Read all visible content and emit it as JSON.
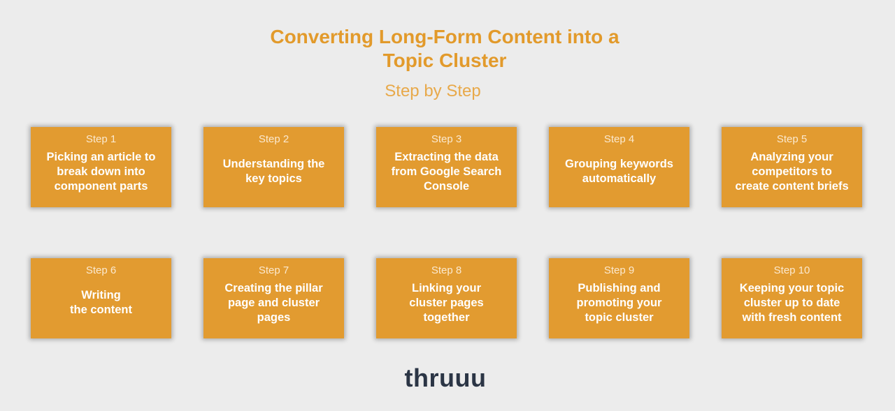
{
  "header": {
    "title_line1": "Converting Long-Form Content into a",
    "title_line2": "Topic Cluster",
    "subtitle": "Step by Step"
  },
  "steps": [
    {
      "label": "Step 1",
      "text": "Picking an article to\nbreak down into\ncomponent parts"
    },
    {
      "label": "Step 2",
      "text": "Understanding the\nkey topics"
    },
    {
      "label": "Step 3",
      "text": "Extracting the data\nfrom Google Search\nConsole"
    },
    {
      "label": "Step 4",
      "text": "Grouping keywords\nautomatically"
    },
    {
      "label": "Step 5",
      "text": "Analyzing your\ncompetitors to\ncreate content briefs"
    },
    {
      "label": "Step 6",
      "text": "Writing\nthe content"
    },
    {
      "label": "Step 7",
      "text": "Creating the pillar\npage and cluster\npages"
    },
    {
      "label": "Step 8",
      "text": "Linking your\ncluster pages\ntogether"
    },
    {
      "label": "Step 9",
      "text": "Publishing and\npromoting your\ntopic cluster"
    },
    {
      "label": "Step 10",
      "text": "Keeping your topic\ncluster up to date\nwith fresh content"
    }
  ],
  "footer": {
    "logo_text": "thruuu"
  },
  "colors": {
    "background": "#ececec",
    "accent": "#e29b30",
    "title": "#e29a2b",
    "logo": "#2b3545"
  }
}
